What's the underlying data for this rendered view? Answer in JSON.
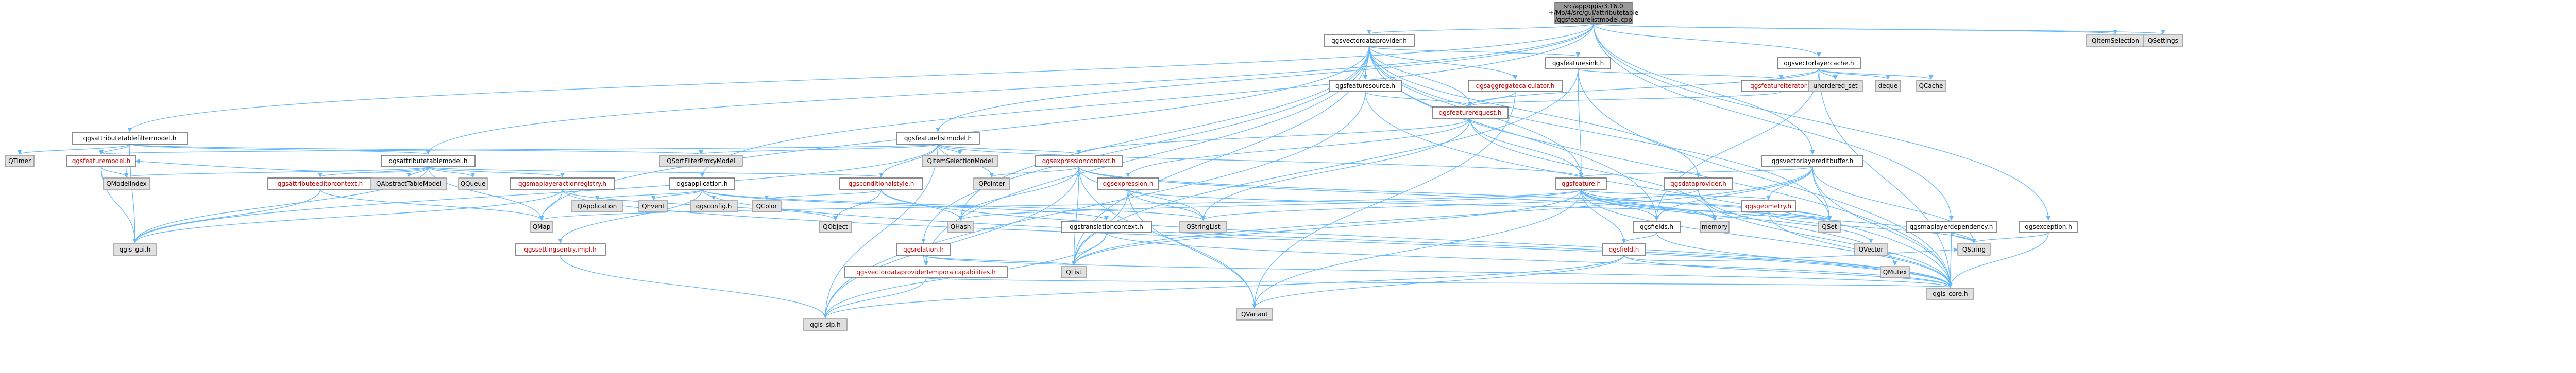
{
  "colors": {
    "root_fill": "#999999",
    "node_fill": "#ffffff",
    "node_border": "#666666",
    "external_fill": "#e0e0e0",
    "external_border": "#999999",
    "text": "#000000",
    "red_text": "#cc0000",
    "edge": "#63b8ff"
  },
  "root": {
    "lines": [
      "src/app/qgis/3.16.0",
      "+/Mo/4/src/gui/attributetable",
      "/qgsfeaturelistmodel.cpp"
    ]
  },
  "nodes": [
    {
      "id": "qgsvectordataprovider_h",
      "label": "qgsvectordataprovider.h",
      "style": "plain"
    },
    {
      "id": "qgsfeaturelistmodel_h",
      "label": "qgsfeaturelistmodel.h",
      "style": "plain"
    },
    {
      "id": "qgsvectorlayercache_h",
      "label": "qgsvectorlayercache.h",
      "style": "plain"
    },
    {
      "id": "qgsattributetablefiltermodel_h",
      "label": "qgsattributetablefiltermodel.h",
      "style": "plain"
    },
    {
      "id": "qgsattributetablemodel_h",
      "label": "qgsattributetablemodel.h",
      "style": "plain"
    },
    {
      "id": "qgsfeaturesink_h",
      "label": "qgsfeaturesink.h",
      "style": "plain"
    },
    {
      "id": "qgsfeaturesource_h",
      "label": "qgsfeaturesource.h",
      "style": "plain"
    },
    {
      "id": "qgsaggregatecalculator_h",
      "label": "qgsaggregatecalculator.h",
      "style": "red"
    },
    {
      "id": "qgsfeaturerequest_h",
      "label": "qgsfeaturerequest.h",
      "style": "red"
    },
    {
      "id": "qgsfeatureiterator_h",
      "label": "qgsfeatureiterator.h",
      "style": "red"
    },
    {
      "id": "qgsexpressioncontext_h",
      "label": "qgsexpressioncontext.h",
      "style": "red"
    },
    {
      "id": "qgsexpression_h",
      "label": "qgsexpression.h",
      "style": "red"
    },
    {
      "id": "qgsfeature_h",
      "label": "qgsfeature.h",
      "style": "red"
    },
    {
      "id": "qgsfeaturemodel_h",
      "label": "qgsfeaturemodel.h",
      "style": "red"
    },
    {
      "id": "qgsattributeeditorcontext_h",
      "label": "qgsattributeeditorcontext.h",
      "style": "red"
    },
    {
      "id": "qgsmaplayeractionregistry_h",
      "label": "qgsmaplayeractionregistry.h",
      "style": "red"
    },
    {
      "id": "qgssettingsentry_h",
      "label": "qgssettingsentry.impl.h",
      "style": "red"
    },
    {
      "id": "qgsconditionalstyle_h",
      "label": "qgsconditionalstyle.h",
      "style": "red"
    },
    {
      "id": "qgsrelation_h",
      "label": "qgsrelation.h",
      "style": "red"
    },
    {
      "id": "qgsvectordataprovidertemporalcapabilities_h",
      "label": "qgsvectordataprovidertemporalcapabilities.h",
      "style": "red"
    },
    {
      "id": "qgsdataprovider_h",
      "label": "qgsdataprovider.h",
      "style": "red"
    },
    {
      "id": "qgsgeometry_h",
      "label": "qgsgeometry.h",
      "style": "red"
    },
    {
      "id": "qgsfield_h",
      "label": "qgsfield.h",
      "style": "red"
    },
    {
      "id": "qgsvectorlayereditbuffer_h",
      "label": "qgsvectorlayereditbuffer.h",
      "style": "plain"
    },
    {
      "id": "qgsfields_h",
      "label": "qgsfields.h",
      "style": "plain"
    },
    {
      "id": "qgsapplication_h",
      "label": "qgsapplication.h",
      "style": "plain"
    },
    {
      "id": "qgstranslationcontext_h",
      "label": "qgstranslationcontext.h",
      "style": "plain"
    },
    {
      "id": "qgsmaplayerdependency_h",
      "label": "qgsmaplayerdependency.h",
      "style": "plain"
    },
    {
      "id": "qgsexception_h",
      "label": "qgsexception.h",
      "style": "plain"
    },
    {
      "id": "qgis_gui_h",
      "label": "qgis_gui.h",
      "style": "external"
    },
    {
      "id": "qgis_core_h",
      "label": "qgis_core.h",
      "style": "external"
    },
    {
      "id": "qgis_sip_h",
      "label": "qgis_sip.h",
      "style": "external"
    },
    {
      "id": "qgsconfig_h",
      "label": "qgsconfig.h",
      "style": "external"
    },
    {
      "id": "QTimer",
      "label": "QTimer",
      "style": "external"
    },
    {
      "id": "QModelIndex",
      "label": "QModelIndex",
      "style": "external"
    },
    {
      "id": "QSortFilterProxyModel",
      "label": "QSortFilterProxyModel",
      "style": "external"
    },
    {
      "id": "QItemSelectionModel",
      "label": "QItemSelectionModel",
      "style": "external"
    },
    {
      "id": "QAbstractTableModel",
      "label": "QAbstractTableModel",
      "style": "external"
    },
    {
      "id": "QQueue",
      "label": "QQueue",
      "style": "external"
    },
    {
      "id": "QMap",
      "label": "QMap",
      "style": "external"
    },
    {
      "id": "QApplication",
      "label": "QApplication",
      "style": "external"
    },
    {
      "id": "QEvent",
      "label": "QEvent",
      "style": "external"
    },
    {
      "id": "QColor",
      "label": "QColor",
      "style": "external"
    },
    {
      "id": "QObject",
      "label": "QObject",
      "style": "external"
    },
    {
      "id": "QPointer",
      "label": "QPointer",
      "style": "external"
    },
    {
      "id": "QHash",
      "label": "QHash",
      "style": "external"
    },
    {
      "id": "QStringList",
      "label": "QStringList",
      "style": "external"
    },
    {
      "id": "QList",
      "label": "QList",
      "style": "external"
    },
    {
      "id": "QVariant",
      "label": "QVariant",
      "style": "external"
    },
    {
      "id": "QSet",
      "label": "QSet",
      "style": "external"
    },
    {
      "id": "QString",
      "label": "QString",
      "style": "external"
    },
    {
      "id": "memory",
      "label": "memory",
      "style": "external"
    },
    {
      "id": "unordered_set",
      "label": "unordered_set",
      "style": "external"
    },
    {
      "id": "deque",
      "label": "deque",
      "style": "external"
    },
    {
      "id": "QCache",
      "label": "QCache",
      "style": "external"
    },
    {
      "id": "QItemSelection",
      "label": "QItemSelection",
      "style": "external"
    },
    {
      "id": "QSettings",
      "label": "QSettings",
      "style": "external"
    }
  ],
  "edges": [
    [
      "root",
      "qgsvectordataprovider_h"
    ],
    [
      "root",
      "qgsfeaturelistmodel_h"
    ],
    [
      "root",
      "qgsvectorlayercache_h"
    ],
    [
      "root",
      "qgsattributetablefiltermodel_h"
    ],
    [
      "root",
      "qgsattributetablemodel_h"
    ],
    [
      "root",
      "qgsvectorlayereditbuffer_h"
    ],
    [
      "root",
      "qgsapplication_h"
    ],
    [
      "root",
      "qgsexception_h"
    ],
    [
      "root",
      "qgsmaplayerdependency_h"
    ],
    [
      "root",
      "QItemSelection"
    ],
    [
      "root",
      "QSettings"
    ],
    [
      "qgsvectordataprovider_h",
      "qgsfeaturesink_h"
    ],
    [
      "qgsvectordataprovider_h",
      "qgsfeaturesource_h"
    ],
    [
      "qgsvectordataprovider_h",
      "qgsaggregatecalculator_h"
    ],
    [
      "qgsvectordataprovider_h",
      "qgsfeaturerequest_h"
    ],
    [
      "qgsvectordataprovider_h",
      "qgsfeature_h"
    ],
    [
      "qgsvectordataprovider_h",
      "qgsdataprovider_h"
    ],
    [
      "qgsvectordataprovider_h",
      "qgsrelation_h"
    ],
    [
      "qgsvectordataprovider_h",
      "qgsfields_h"
    ],
    [
      "qgsvectordataprovider_h",
      "qgsvectordataprovidertemporalcapabilities_h"
    ],
    [
      "qgsvectordataprovider_h",
      "qgis_core_h"
    ],
    [
      "qgsvectordataprovider_h",
      "QSet"
    ],
    [
      "qgsvectordataprovider_h",
      "QMap"
    ],
    [
      "qgsvectordataprovider_h",
      "QHash"
    ],
    [
      "qgsvectordataprovider_h",
      "QList"
    ],
    [
      "qgsfeaturelistmodel_h",
      "qgsexpressioncontext_h"
    ],
    [
      "qgsfeaturelistmodel_h",
      "qgsfeaturemodel_h"
    ],
    [
      "qgsfeaturelistmodel_h",
      "qgsconditionalstyle_h"
    ],
    [
      "qgsfeaturelistmodel_h",
      "qgsfeature_h"
    ],
    [
      "qgsfeaturelistmodel_h",
      "QSortFilterProxyModel"
    ],
    [
      "qgsfeaturelistmodel_h",
      "QItemSelectionModel"
    ],
    [
      "qgsfeaturelistmodel_h",
      "QPointer"
    ],
    [
      "qgsfeaturelistmodel_h",
      "qgis_gui_h"
    ],
    [
      "qgsfeaturelistmodel_h",
      "qgis_sip_h"
    ],
    [
      "qgsvectorlayercache_h",
      "qgsfeaturerequest_h"
    ],
    [
      "qgsvectorlayercache_h",
      "qgsfeatureiterator_h"
    ],
    [
      "qgsvectorlayercache_h",
      "unordered_set"
    ],
    [
      "qgsvectorlayercache_h",
      "deque"
    ],
    [
      "qgsvectorlayercache_h",
      "QCache"
    ],
    [
      "qgsvectorlayercache_h",
      "qgis_core_h"
    ],
    [
      "qgsvectorlayercache_h",
      "qgsfields_h"
    ],
    [
      "qgsattributetablefiltermodel_h",
      "QTimer"
    ],
    [
      "qgsattributetablefiltermodel_h",
      "QModelIndex"
    ],
    [
      "qgsattributetablefiltermodel_h",
      "QSortFilterProxyModel"
    ],
    [
      "qgsattributetablefiltermodel_h",
      "qgsattributetablemodel_h"
    ],
    [
      "qgsattributetablefiltermodel_h",
      "qgsfeaturemodel_h"
    ],
    [
      "qgsattributetablefiltermodel_h",
      "qgis_gui_h"
    ],
    [
      "qgsattributetablemodel_h",
      "QAbstractTableModel"
    ],
    [
      "qgsattributetablemodel_h",
      "QModelIndex"
    ],
    [
      "qgsattributetablemodel_h",
      "QQueue"
    ],
    [
      "qgsattributetablemodel_h",
      "QMap"
    ],
    [
      "qgsattributetablemodel_h",
      "qgsattributeeditorcontext_h"
    ],
    [
      "qgsattributetablemodel_h",
      "qgsmaplayeractionregistry_h"
    ],
    [
      "qgsattributetablemodel_h",
      "qgsconditionalstyle_h"
    ],
    [
      "qgsattributetablemodel_h",
      "qgis_gui_h"
    ],
    [
      "qgsattributetablemodel_h",
      "qgsfeaturemodel_h"
    ],
    [
      "qgsfeaturesink_h",
      "QList"
    ],
    [
      "qgsfeaturesink_h",
      "qgis_core_h"
    ],
    [
      "qgsfeaturesink_h",
      "qgsfeature_h"
    ],
    [
      "qgsfeaturesink_h",
      "qgsfeatureiterator_h"
    ],
    [
      "qgsfeaturesource_h",
      "qgsfeaturerequest_h"
    ],
    [
      "qgsfeaturesource_h",
      "qgis_core_h"
    ],
    [
      "qgsfeaturesource_h",
      "qgis_sip_h"
    ],
    [
      "qgsaggregatecalculator_h",
      "qgsfeaturerequest_h"
    ],
    [
      "qgsaggregatecalculator_h",
      "QVariant"
    ],
    [
      "qgsfeatureiterator_h",
      "qgsfeaturerequest_h"
    ],
    [
      "qgsfeaturerequest_h",
      "qgsexpressioncontext_h"
    ],
    [
      "qgsfeaturerequest_h",
      "qgsexpression_h"
    ],
    [
      "qgsfeaturerequest_h",
      "qgsfeature_h"
    ],
    [
      "qgsfeaturerequest_h",
      "QStringList"
    ],
    [
      "qgsfeaturerequest_h",
      "memory"
    ],
    [
      "qgsexpressioncontext_h",
      "QHash"
    ],
    [
      "qgsexpressioncontext_h",
      "QList"
    ],
    [
      "qgsexpressioncontext_h",
      "QPointer"
    ],
    [
      "qgsexpressioncontext_h",
      "QStringList"
    ],
    [
      "qgsexpressioncontext_h",
      "QVariant"
    ],
    [
      "qgsexpressioncontext_h",
      "QSet"
    ],
    [
      "qgsexpressioncontext_h",
      "memory"
    ],
    [
      "qgsexpressioncontext_h",
      "qgis_sip_h"
    ],
    [
      "qgsexpression_h",
      "QStringList"
    ],
    [
      "qgsexpression_h",
      "QVariant"
    ],
    [
      "qgsexpression_h",
      "QList"
    ],
    [
      "qgsexpression_h",
      "QSet"
    ],
    [
      "qgsfeature_h",
      "QMap"
    ],
    [
      "qgsfeature_h",
      "QString"
    ],
    [
      "qgsfeature_h",
      "QVariant"
    ],
    [
      "qgsfeature_h",
      "QList"
    ],
    [
      "qgsfeature_h",
      "QHash"
    ],
    [
      "qgsfeature_h",
      "QVector"
    ],
    [
      "qgsfeature_h",
      "QSet"
    ],
    [
      "qgsfeature_h",
      "memory"
    ],
    [
      "qgsfeature_h",
      "qgsfields_h"
    ],
    [
      "qgsfeature_h",
      "qgsfield_h"
    ],
    [
      "qgsfeature_h",
      "qgsgeometry_h"
    ],
    [
      "qgsfeature_h",
      "qgis_core_h"
    ],
    [
      "qgsfeaturemodel_h",
      "QModelIndex"
    ],
    [
      "qgsfeaturemodel_h",
      "qgis_gui_h"
    ],
    [
      "qgsattributeeditorcontext_h",
      "QMap"
    ],
    [
      "qgsattributeeditorcontext_h",
      "qgis_gui_h"
    ],
    [
      "qgsmaplayeractionregistry_h",
      "QMap"
    ],
    [
      "qgsmaplayeractionregistry_h",
      "QObject"
    ],
    [
      "qgsmaplayeractionregistry_h",
      "qgis_gui_h"
    ],
    [
      "qgsmaplayeractionregistry_h",
      "qgis_core_h"
    ],
    [
      "qgssettingsentry_h",
      "qgis_sip_h"
    ],
    [
      "qgsconditionalstyle_h",
      "QColor"
    ],
    [
      "qgsconditionalstyle_h",
      "QObject"
    ],
    [
      "qgsconditionalstyle_h",
      "QHash"
    ],
    [
      "qgsconditionalstyle_h",
      "qgis_core_h"
    ],
    [
      "qgsrelation_h",
      "QList"
    ],
    [
      "qgsrelation_h",
      "qgsvectordataprovidertemporalcapabilities_h"
    ],
    [
      "qgsrelation_h",
      "qgis_core_h"
    ],
    [
      "qgsvectordataprovidertemporalcapabilities_h",
      "qgis_core_h"
    ],
    [
      "qgsvectordataprovidertemporalcapabilities_h",
      "qgis_sip_h"
    ],
    [
      "qgsdataprovider_h",
      "QStringList"
    ],
    [
      "qgsdataprovider_h",
      "QMutex"
    ],
    [
      "qgsdataprovider_h",
      "qgis_core_h"
    ],
    [
      "qgsgeometry_h",
      "QSet"
    ],
    [
      "qgsgeometry_h",
      "QString"
    ],
    [
      "qgsgeometry_h",
      "memory"
    ],
    [
      "qgsgeometry_h",
      "qgis_core_h"
    ],
    [
      "qgsfield_h",
      "QString"
    ],
    [
      "qgsfield_h",
      "QVariant"
    ],
    [
      "qgsfield_h",
      "qgis_core_h"
    ],
    [
      "qgsfield_h",
      "qgis_sip_h"
    ],
    [
      "qgsvectorlayereditbuffer_h",
      "QList"
    ],
    [
      "qgsvectorlayereditbuffer_h",
      "QSet"
    ],
    [
      "qgsvectorlayereditbuffer_h",
      "qgsgeometry_h"
    ],
    [
      "qgsvectorlayereditbuffer_h",
      "qgsfeature_h"
    ],
    [
      "qgsvectorlayereditbuffer_h",
      "qgsfields_h"
    ],
    [
      "qgsvectorlayereditbuffer_h",
      "qgis_core_h"
    ],
    [
      "qgsvectorlayereditbuffer_h",
      "QString"
    ],
    [
      "qgsfields_h",
      "qgsfield_h"
    ],
    [
      "qgsfields_h",
      "qgis_core_h"
    ],
    [
      "qgsapplication_h",
      "QApplication"
    ],
    [
      "qgsapplication_h",
      "QEvent"
    ],
    [
      "qgsapplication_h",
      "qgsconfig_h"
    ],
    [
      "qgsapplication_h",
      "QStringList"
    ],
    [
      "qgsapplication_h",
      "qgstranslationcontext_h"
    ],
    [
      "qgsapplication_h",
      "qgis_core_h"
    ],
    [
      "qgsapplication_h",
      "qgssettingsentry_h"
    ],
    [
      "qgstranslationcontext_h",
      "QList"
    ],
    [
      "qgstranslationcontext_h",
      "qgis_core_h"
    ],
    [
      "qgstranslationcontext_h",
      "qgis_sip_h"
    ],
    [
      "qgsmaplayerdependency_h",
      "qgis_core_h"
    ],
    [
      "qgsmaplayerdependency_h",
      "QString"
    ],
    [
      "qgsexception_h",
      "QString"
    ],
    [
      "qgsexception_h",
      "qgis_core_h"
    ]
  ]
}
